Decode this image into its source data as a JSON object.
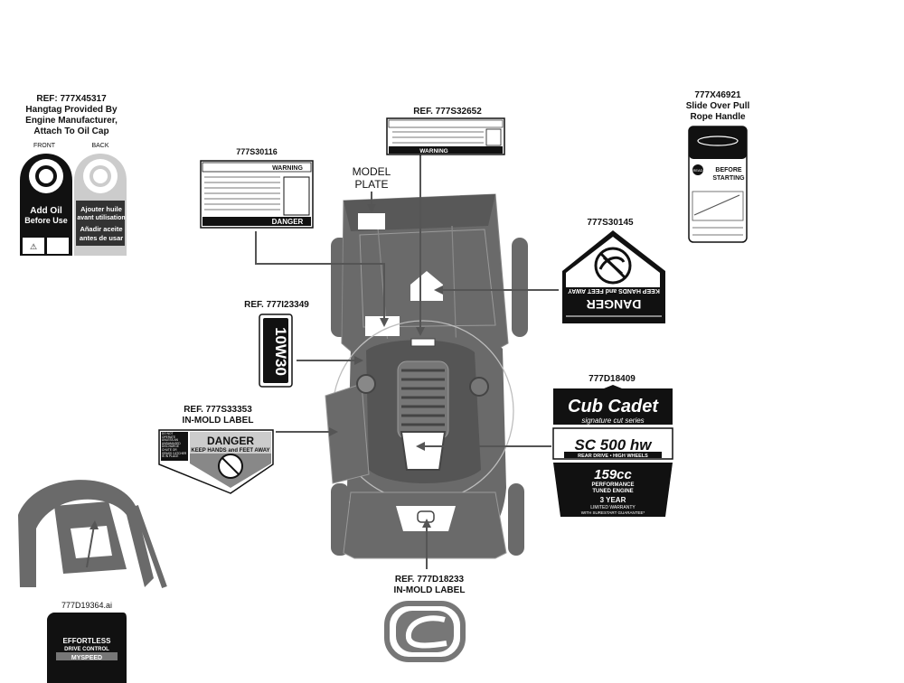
{
  "callouts": {
    "hangtag": {
      "ref": "REF: 777X45317",
      "lines": [
        "Hangtag Provided By",
        "Engine Manufacturer,",
        "Attach To Oil Cap"
      ],
      "front": "FRONT",
      "back": "BACK"
    },
    "label_777S30116": {
      "ref": "777S30116"
    },
    "model_plate": {
      "lines": [
        "MODEL",
        "PLATE"
      ]
    },
    "label_777S32652": {
      "ref": "REF. 777S32652"
    },
    "rope_handle": {
      "ref": "777X46921",
      "lines": [
        "Slide Over Pull",
        "Rope Handle"
      ]
    },
    "label_777S30145": {
      "ref": "777S30145"
    },
    "oil_label": {
      "ref": "REF. 777I23349"
    },
    "decal_777D18409": {
      "ref": "777D18409"
    },
    "in_mold_777S33353": {
      "ref": "REF. 777S33353",
      "sub": "IN-MOLD LABEL"
    },
    "in_mold_777D18233": {
      "ref": "REF. 777D18233",
      "sub": "IN-MOLD LABEL"
    },
    "decal_777D19364": {
      "ref": "777D19364.ai"
    }
  },
  "decal_text": {
    "hangtag_front": [
      "Add Oil",
      "Before Use"
    ],
    "hangtag_back": [
      "Ajouter huile",
      "avant utilisation",
      "Añadir aceite",
      "antes de usar"
    ],
    "warning": "WARNING",
    "danger": "DANGER",
    "keep_hands": "KEEP HANDS and FEET AWAY",
    "do_not_operate": "DO NOT OPERATE UNLESS AN UNDAMAGED DISCHARGE CHUTE OR GRASS CATCHER IS IN PLACE",
    "before_starting": [
      "BEFORE",
      "STARTING"
    ],
    "read": "READ",
    "oil": "10W30",
    "brand": "Cub Cadet",
    "series": "signature cut series",
    "model": "SC 500 hw",
    "drive": "REAR DRIVE • HIGH WHEELS",
    "cc": "159cc",
    "engine": [
      "PERFORMANCE",
      "TUNED ENGINE"
    ],
    "warranty": [
      "3 YEAR",
      "LIMITED WARRANTY",
      "WITH SURESTART GUARANTEE*"
    ],
    "effortless": [
      "EFFORTLESS",
      "DRIVE CONTROL"
    ],
    "myspeed": "MYSPEED"
  },
  "colors": {
    "mower": "#6a6a6a",
    "mower_dark": "#555555",
    "outline": "#333333",
    "decal_black": "#111111",
    "arrow": "#555555"
  }
}
